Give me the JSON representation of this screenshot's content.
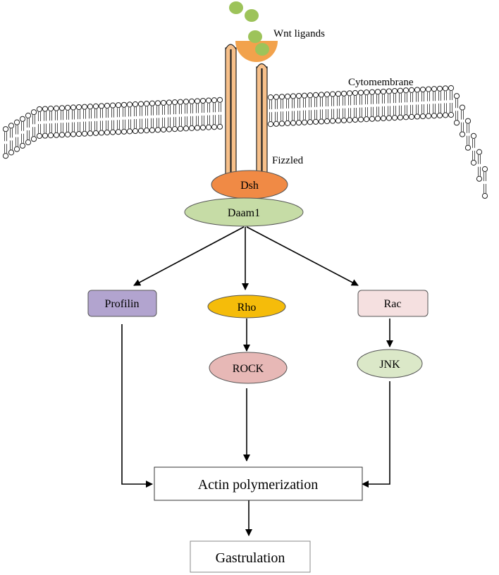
{
  "labels": {
    "wnt_ligands": "Wnt ligands",
    "cytomembrane": "Cytomembrane",
    "fizzled": "Fizzled"
  },
  "nodes": {
    "dsh": "Dsh",
    "daam1": "Daam1",
    "profilin": "Profilin",
    "rho": "Rho",
    "rac": "Rac",
    "rock": "ROCK",
    "jnk": "JNK",
    "actin": "Actin polymerization",
    "gastrulation": "Gastrulation"
  },
  "colors": {
    "dsh": "#f08a45",
    "daam1": "#c6dca6",
    "profilin": "#b2a4cf",
    "rho": "#f5bc0a",
    "rac": "#f5e0e0",
    "rock": "#e7b8b6",
    "jnk": "#dbe8c8",
    "receptor": "#f7c08a",
    "ligand": "#9dc35a",
    "ligand_cup": "#f2a24c",
    "membrane_head": "#ffffff"
  }
}
